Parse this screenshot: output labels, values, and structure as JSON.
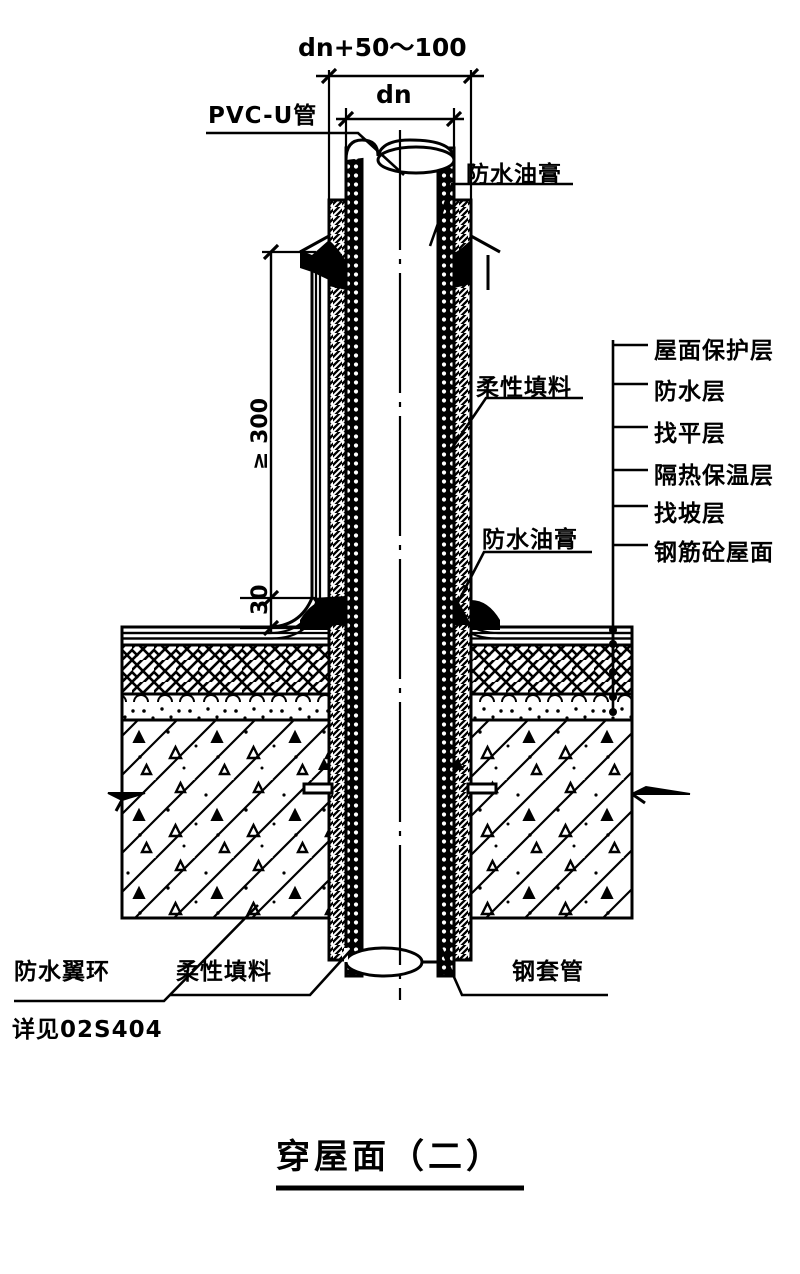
{
  "drawing": {
    "title": "穿屋面（二）",
    "type": "construction-detail-section",
    "dimensions": {
      "outer_sleeve_label": "dn+50～100",
      "pipe_label": "dn",
      "height_above_roof": "≥ 300",
      "curb_height": "30"
    },
    "labels": {
      "pipe": "PVC-U管",
      "sealant_top": "防水油膏",
      "flexible_filler_top": "柔性填料",
      "sealant_bottom": "防水油膏",
      "waterproof_wing_ring": "防水翼环",
      "waterproof_wing_ring_ref": "详见02S404",
      "flexible_filler_bottom": "柔性填料",
      "steel_sleeve": "钢套管"
    },
    "roof_layers": [
      {
        "name": "屋面保护层"
      },
      {
        "name": "防水层"
      },
      {
        "name": "找平层"
      },
      {
        "name": "隔热保温层"
      },
      {
        "name": "找坡层"
      },
      {
        "name": "钢筋砼屋面"
      }
    ],
    "colors": {
      "line": "#000000",
      "background": "#ffffff",
      "fill": "#ffffff"
    }
  }
}
